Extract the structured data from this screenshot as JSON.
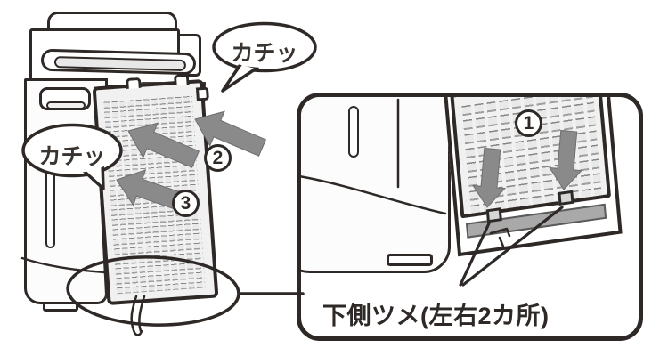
{
  "figure": {
    "bubble_top": "カチッ",
    "bubble_left": "カチッ",
    "step1": "1",
    "step2": "2",
    "step3": "3",
    "detail_label": "下側ツメ(左右2カ所)"
  },
  "icons": {
    "push_arrows": "block-arrow",
    "zoom_callout": "magnifier-ellipse",
    "speech_bubbles": "click-sound-bubble"
  },
  "colors": {
    "line": "#2e2926",
    "arrow": "#8a8a8a",
    "panel": "#f1f1f1",
    "metal": "#8f8f8f",
    "paper": "#ffffff"
  }
}
